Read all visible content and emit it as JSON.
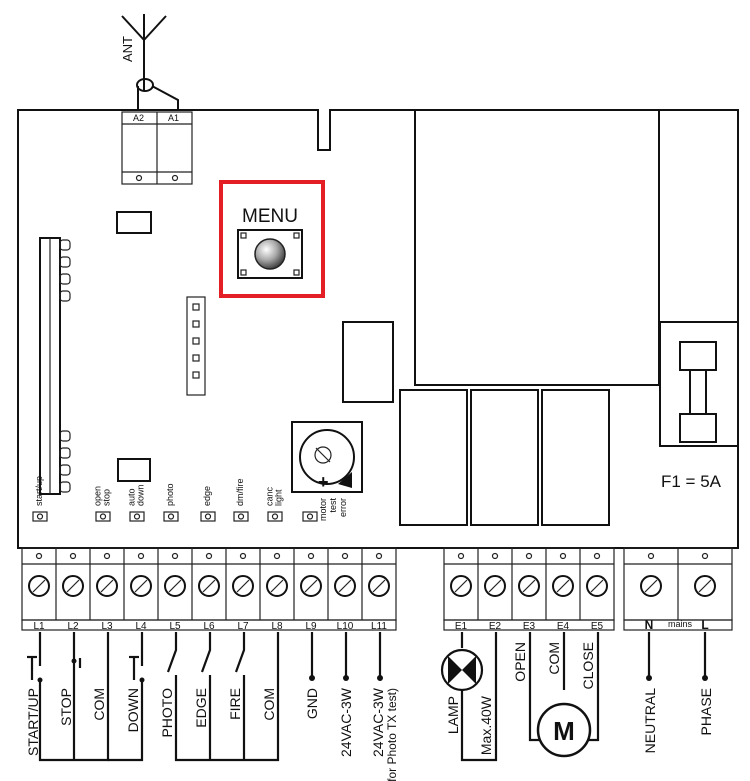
{
  "antenna": {
    "label": "ANT",
    "terminals": [
      "A2",
      "A1"
    ]
  },
  "menu_button": {
    "label": "MENU",
    "highlight_color": "#e31e24"
  },
  "fuse": {
    "label": "F1 = 5A"
  },
  "leds": {
    "left": [
      "start/up",
      "open stop",
      "auto down",
      "photo",
      "edge",
      "dm/fire",
      "canc light"
    ],
    "trimmer": "motor test error"
  },
  "trimmer_sign": "+",
  "terminals_left": [
    "L1",
    "L2",
    "L3",
    "L4",
    "L5",
    "L6",
    "L7",
    "L8",
    "L9",
    "L10",
    "L11"
  ],
  "terminals_mid": [
    "E1",
    "E2",
    "E3",
    "E4",
    "E5"
  ],
  "terminals_right": {
    "n": "N",
    "mains": "mains",
    "l": "L"
  },
  "wiring": {
    "start": "START/UP",
    "stop": "STOP",
    "com1": "COM",
    "down": "DOWN",
    "photo": "PHOTO",
    "edge": "EDGE",
    "fire": "FIRE",
    "com2": "COM",
    "gnd": "GND",
    "v24": "24VAC-3W",
    "v24tx_1": "24VAC-3W",
    "v24tx_2": "(for Photo TX test)",
    "lamp": "LAMP",
    "max": "Max.40W",
    "open": "OPEN",
    "com3": "COM",
    "close": "CLOSE",
    "motor": "M",
    "neutral": "NEUTRAL",
    "phase": "PHASE"
  }
}
